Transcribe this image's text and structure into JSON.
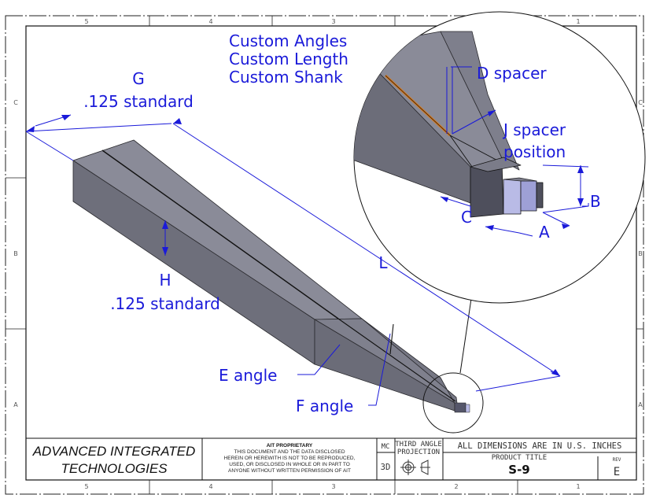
{
  "zones": {
    "columns": [
      "5",
      "4",
      "3",
      "2",
      "1"
    ],
    "rows": [
      "C",
      "B",
      "A"
    ]
  },
  "callouts": {
    "custom": [
      "Custom Angles",
      "Custom Length",
      "Custom Shank"
    ],
    "g_letter": "G",
    "g_value": ".125 standard",
    "h_letter": "H",
    "h_value": ".125 standard",
    "l_letter": "L",
    "e_angle": "E angle",
    "f_angle": "F angle",
    "d_spacer": "D spacer",
    "j_spacer_1": "J spacer",
    "j_spacer_2": "position",
    "a": "A",
    "b": "B",
    "c": "C"
  },
  "title_block": {
    "company_1": "ADVANCED INTEGRATED",
    "company_2": "TECHNOLOGIES",
    "proprietary_title": "AIT PROPRIETARY",
    "proprietary_lines": [
      "THIS DOCUMENT AND THE DATA DISCLOSED",
      "HEREIN OR HEREWITH IS NOT TO BE REPRODUCED,",
      "USED, OR DISCLOSED IN WHOLE OR IN PART TO",
      "ANYONE WITHOUT WRITTEN PERMISSION OF AIT"
    ],
    "mc": "MC",
    "view": "3D",
    "projection_1": "THIRD ANGLE",
    "projection_2": "PROJECTION",
    "dimensions_note": "ALL DIMENSIONS ARE IN U.S. INCHES",
    "product_title_label": "PRODUCT TITLE",
    "product_title": "S-9",
    "rev_label": "REV",
    "rev": "E"
  },
  "colors": {
    "annotation": "#1a1ad9",
    "part_top": "#8a8b98",
    "part_side": "#6c6d79",
    "part_front": "#5e5f6b",
    "spacer": "#b9bbe6",
    "orange_line": "#d87a1e"
  }
}
